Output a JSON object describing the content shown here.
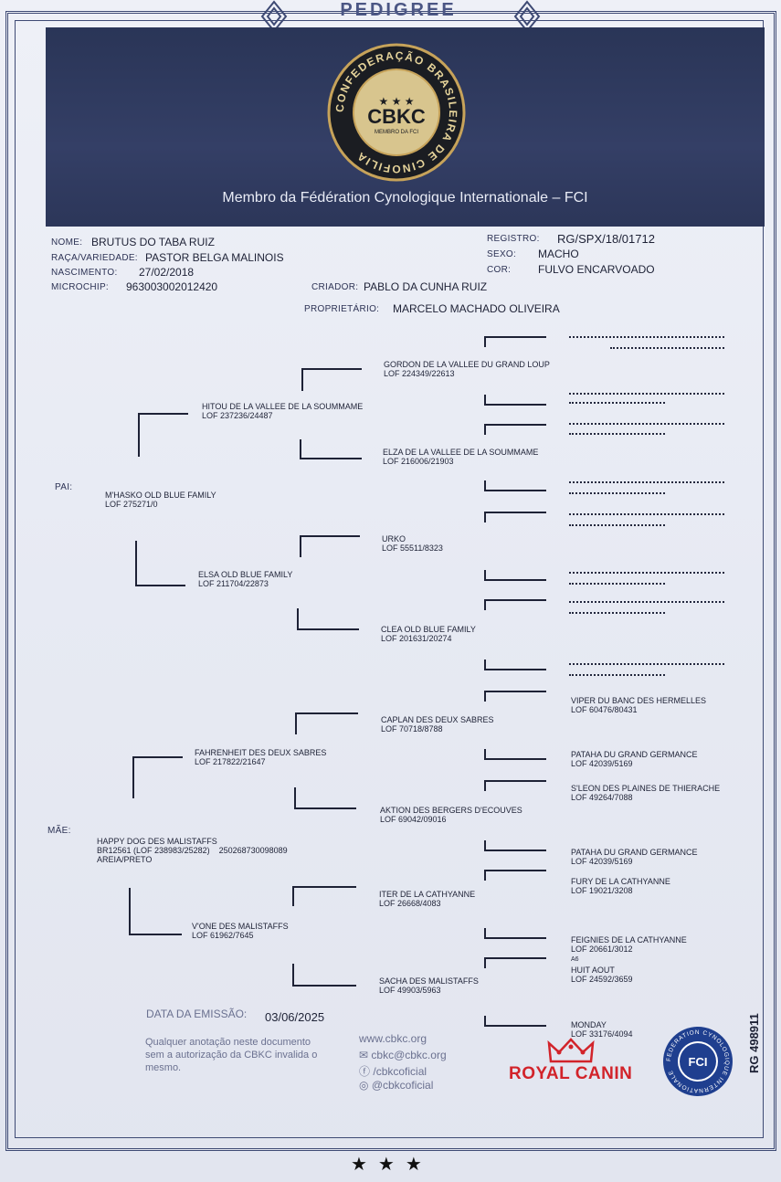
{
  "header": {
    "title": "PEDIGREE",
    "org_abbrev": "CBKC",
    "org_ring": "CONFEDERAÇÃO BRASILEIRA DE CINOFILIA",
    "org_member": "MEMBRO DA FCI",
    "subtitle": "Membro da Fédération Cynologique Internationale – FCI"
  },
  "dog": {
    "name_label": "NOME:",
    "name": "BRUTUS DO TABA RUIZ",
    "breed_label": "RAÇA/VARIEDADE:",
    "breed": "PASTOR BELGA MALINOIS",
    "birth_label": "NASCIMENTO:",
    "birth": "27/02/2018",
    "chip_label": "MICROCHIP:",
    "chip": "963003002012420",
    "reg_label": "REGISTRO:",
    "reg": "RG/SPX/18/01712",
    "sex_label": "SEXO:",
    "sex": "MACHO",
    "color_label": "COR:",
    "color": "FULVO ENCARVOADO",
    "breeder_label": "CRIADOR:",
    "breeder": "PABLO DA CUNHA RUIZ",
    "owner_label": "PROPRIETÁRIO:",
    "owner": "MARCELO MACHADO OLIVEIRA"
  },
  "pedigree": {
    "sire_label": "PAI:",
    "dam_label": "MÃE:",
    "sire": {
      "name": "M'HASKO OLD BLUE FAMILY",
      "reg": "LOF 275271/0"
    },
    "dam": {
      "name": "HAPPY DOG DES MALISTAFFS",
      "reg": "BR12561 (LOF 238983/25282)",
      "chip": "250268730098089",
      "color": "AREIA/PRETO"
    },
    "gen2": [
      {
        "name": "HITOU DE LA VALLEE DE LA SOUMMAME",
        "reg": "LOF 237236/24487"
      },
      {
        "name": "ELSA OLD BLUE FAMILY",
        "reg": "LOF 211704/22873"
      },
      {
        "name": "FAHRENHEIT DES DEUX SABRES",
        "reg": "LOF 217822/21647"
      },
      {
        "name": "V'ONE DES MALISTAFFS",
        "reg": "LOF 61962/7645"
      }
    ],
    "gen3": [
      {
        "name": "GORDON DE LA VALLEE DU GRAND LOUP",
        "reg": "LOF 224349/22613"
      },
      {
        "name": "ELZA DE LA VALLEE DE LA SOUMMAME",
        "reg": "LOF 216006/21903"
      },
      {
        "name": "URKO",
        "reg": "LOF 55511/8323"
      },
      {
        "name": "CLEA OLD BLUE FAMILY",
        "reg": "LOF 201631/20274"
      },
      {
        "name": "CAPLAN DES DEUX SABRES",
        "reg": "LOF 70718/8788"
      },
      {
        "name": "AKTION DES BERGERS D'ECOUVES",
        "reg": "LOF 69042/09016"
      },
      {
        "name": "ITER DE LA CATHYANNE",
        "reg": "LOF 26668/4083"
      },
      {
        "name": "SACHA DES MALISTAFFS",
        "reg": "LOF 49903/5963"
      }
    ],
    "gen4": [
      {
        "name": "VIPER DU BANC DES HERMELLES",
        "reg": "LOF 60476/80431"
      },
      {
        "name": "PATAHA DU GRAND GERMANCE",
        "reg": "LOF 42039/5169"
      },
      {
        "name": "S'LEON DES PLAINES DE THIERACHE",
        "reg": "LOF 49264/7088"
      },
      {
        "name": "PATAHA DU GRAND GERMANCE",
        "reg": "LOF 42039/5169"
      },
      {
        "name": "FURY DE LA CATHYANNE",
        "reg": "LOF 19021/3208"
      },
      {
        "name": "FEIGNIES DE LA CATHYANNE",
        "reg": "LOF 20661/3012"
      },
      {
        "name": "HUIT AOUT",
        "reg": "LOF 24592/3659",
        "note": "A6"
      },
      {
        "name": "MONDAY",
        "reg": "LOF 33176/4094"
      }
    ]
  },
  "footer": {
    "issue_label": "DATA DA EMISSÃO:",
    "issue_date": "03/06/2025",
    "note": "Qualquer anotação neste documento sem a autorização da CBKC invalida o mesmo.",
    "website": "www.cbkc.org",
    "email": "cbkc@cbkc.org",
    "facebook": "/cbkcoficial",
    "instagram": "@cbkcoficial",
    "sponsor": "ROYAL CANIN",
    "fci_ring": "FEDERATION CYNOLOGIQUE INTERNATIONALE",
    "fci_abbrev": "FCI",
    "serial": "RG 498911"
  },
  "colors": {
    "band": "#2f3a5e",
    "ink": "#1e2236",
    "royal_canin": "#d2232a",
    "fci_blue": "#1f3f8f"
  }
}
